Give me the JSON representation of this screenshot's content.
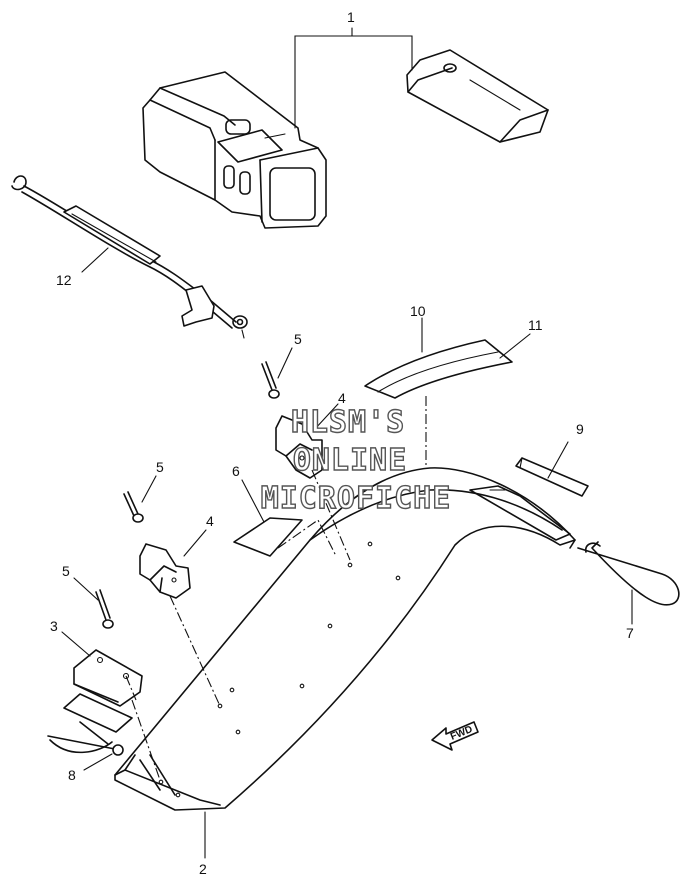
{
  "callouts": [
    "1",
    "2",
    "3",
    "4",
    "4",
    "5",
    "5",
    "5",
    "6",
    "7",
    "8",
    "9",
    "10",
    "11",
    "12"
  ],
  "watermark": [
    "HLSM'S",
    "ONLINE",
    "MICROFICHE"
  ],
  "direction_label": "FWD"
}
